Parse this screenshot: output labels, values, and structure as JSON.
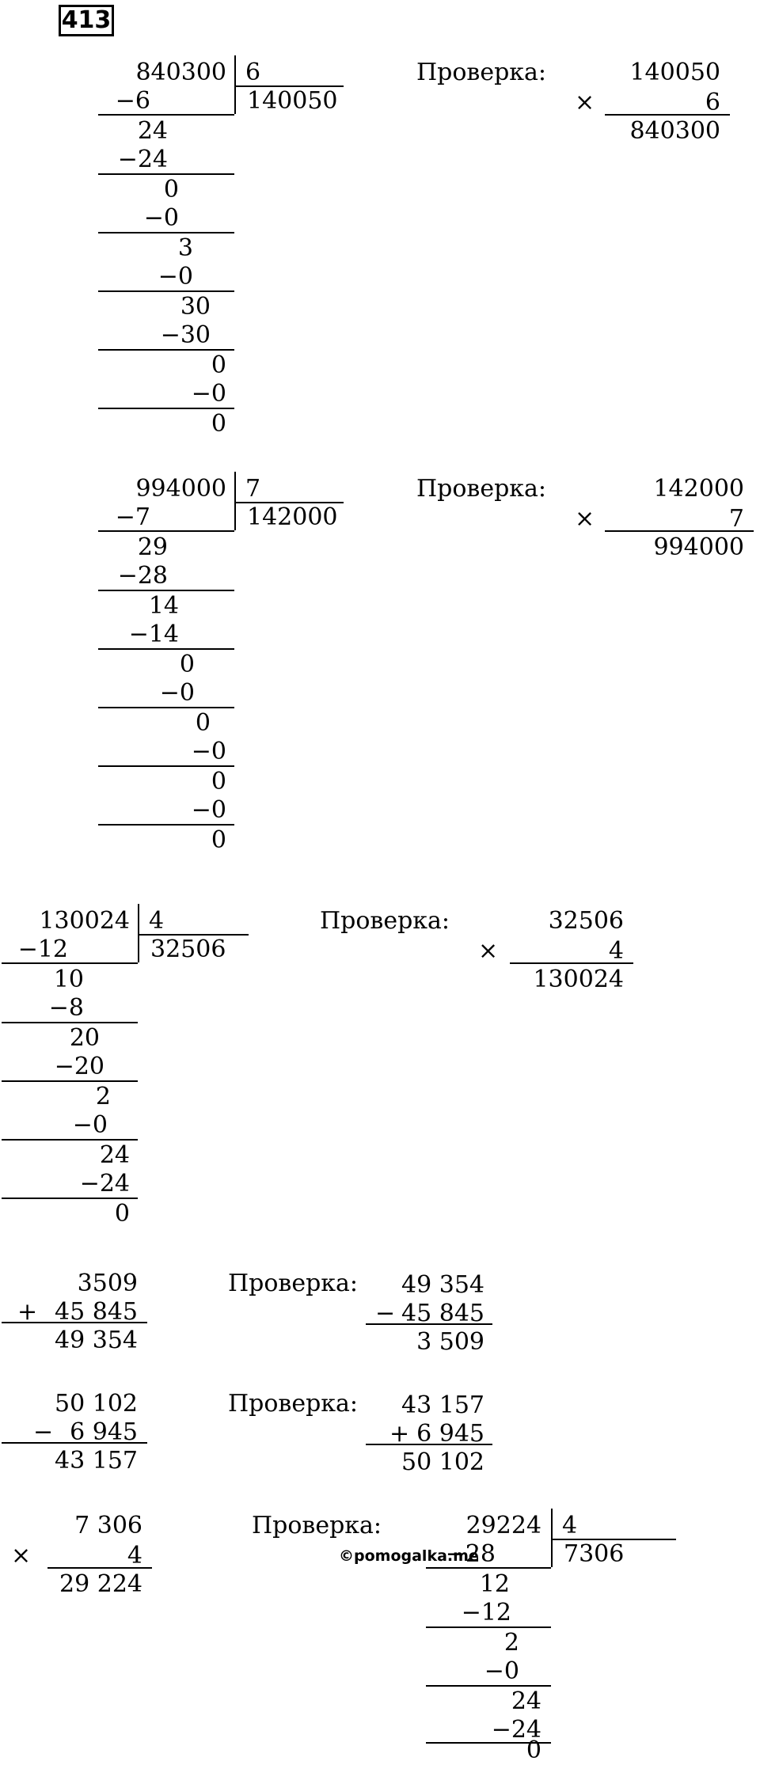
{
  "task_number": "413",
  "watermark": "©pomogalka.me",
  "check_label": "Проверка:",
  "problem1": {
    "dividend": "840300",
    "divisor": "6",
    "quotient": "140050",
    "steps": [
      "−6",
      "24",
      "−24",
      "0",
      "−0",
      "3",
      "−0",
      "30",
      "−30",
      "0",
      "−0",
      "0"
    ],
    "check": {
      "a": "140050",
      "b": "6",
      "sign": "×",
      "result": "840300"
    }
  },
  "problem2": {
    "dividend": "994000",
    "divisor": "7",
    "quotient": "142000",
    "steps": [
      "−7",
      "29",
      "−28",
      "14",
      "−14",
      "0",
      "−0",
      "0",
      "−0",
      "0",
      "−0",
      "0"
    ],
    "check": {
      "a": "142000",
      "b": "7",
      "sign": "×",
      "result": "994000"
    }
  },
  "problem3": {
    "dividend": "130024",
    "divisor": "4",
    "quotient": "32506",
    "steps": [
      "−12",
      "10",
      "−8",
      "20",
      "−20",
      "2",
      "−0",
      "24",
      "−24",
      "0"
    ],
    "check": {
      "a": "32506",
      "b": "4",
      "sign": "×",
      "result": "130024"
    }
  },
  "problem4": {
    "a": "3509",
    "sign": "+",
    "b": "45 845",
    "result": "49 354",
    "check": {
      "a": "49 354",
      "sign": "−",
      "b": "45 845",
      "result": "3 509"
    }
  },
  "problem5": {
    "a": "50 102",
    "sign": "−",
    "b": "6 945",
    "result": "43 157",
    "check": {
      "a": "43 157",
      "sign": "+",
      "b": "6 945",
      "result": "50 102"
    }
  },
  "problem6": {
    "a": "7 306",
    "sign": "×",
    "b": "4",
    "result": "29 224",
    "check": {
      "dividend": "29224",
      "divisor": "4",
      "quotient": "7306",
      "steps": [
        "−28",
        "12",
        "−12",
        "2",
        "−0",
        "24",
        "−24",
        "0"
      ]
    }
  }
}
